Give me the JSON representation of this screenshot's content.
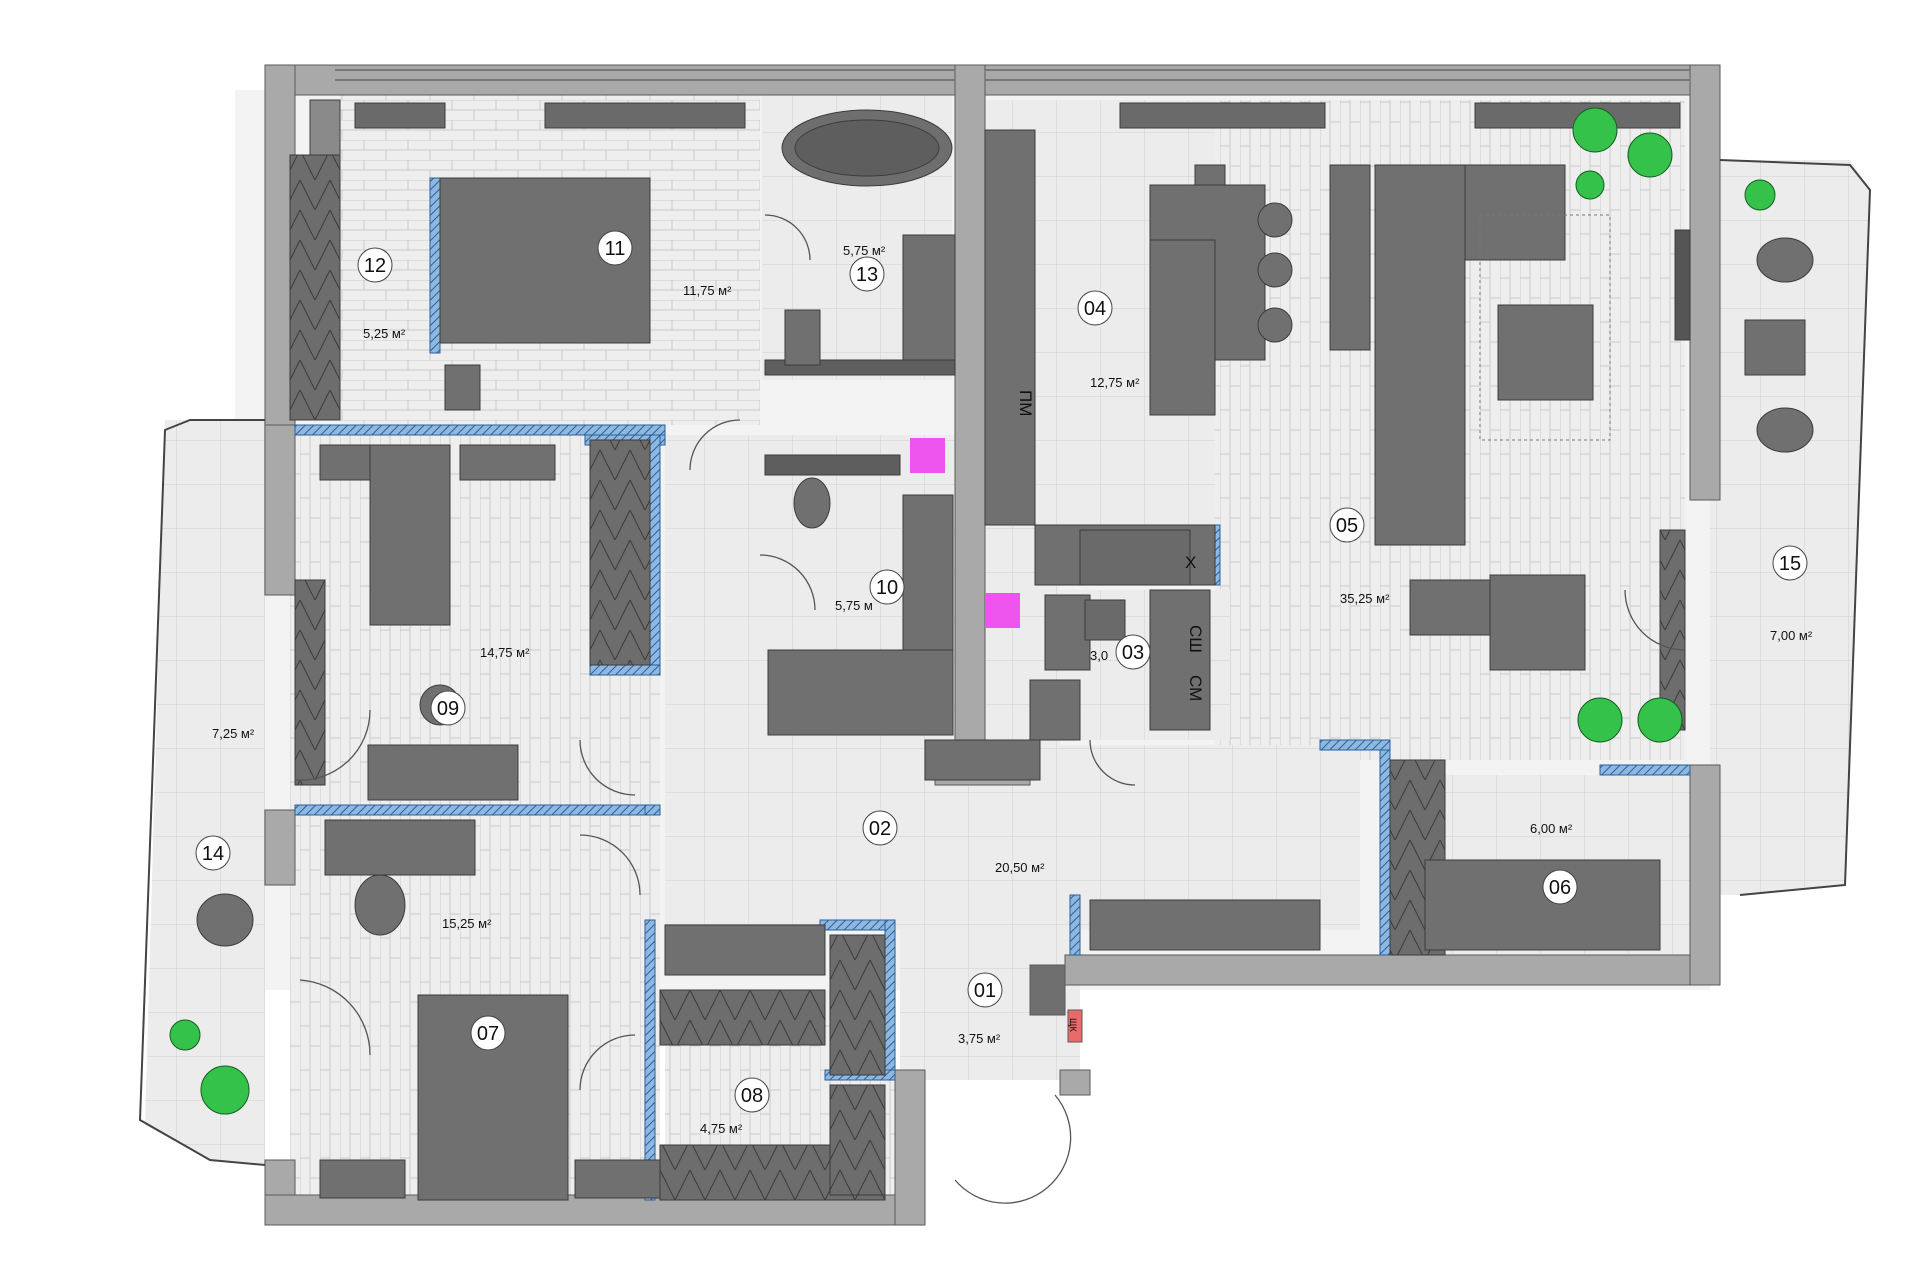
{
  "rooms": [
    {
      "id": "01",
      "area": "3,75 м²"
    },
    {
      "id": "02",
      "area": "20,50 м²"
    },
    {
      "id": "03",
      "area": "3,0"
    },
    {
      "id": "04",
      "area": "12,75 м²"
    },
    {
      "id": "05",
      "area": "35,25 м²"
    },
    {
      "id": "06",
      "area": "6,00 м²"
    },
    {
      "id": "07",
      "area": "15,25 м²"
    },
    {
      "id": "08",
      "area": "4,75 м²"
    },
    {
      "id": "09",
      "area": "14,75 м²"
    },
    {
      "id": "10",
      "area": "5,75 м"
    },
    {
      "id": "11",
      "area": "11,75 м²"
    },
    {
      "id": "12",
      "area": "5,25 м²"
    },
    {
      "id": "13",
      "area": "5,75 м²"
    },
    {
      "id": "14",
      "area": "7,25 м²"
    },
    {
      "id": "15",
      "area": "7,00 м²"
    }
  ],
  "appliance_marks": {
    "dishwasher": "ПМ",
    "fridge": "Х",
    "dryer": "СШ",
    "washer": "СМ",
    "panel": "ЩК"
  },
  "colors": {
    "wall": "#a9a9a9",
    "furniture": "#707070",
    "floor": "#eeeeee",
    "insulation": "#8fb8e0",
    "riser": "#ee55ee",
    "plant": "#34c24a"
  }
}
